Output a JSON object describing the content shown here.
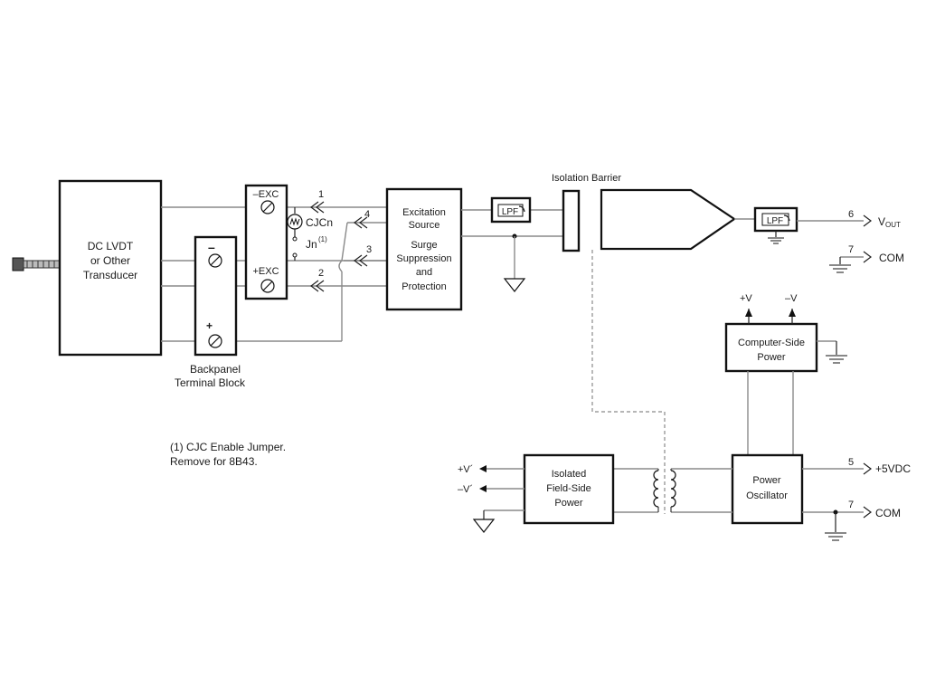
{
  "transducer": {
    "line1": "DC LVDT",
    "line2": "or Other",
    "line3": "Transducer"
  },
  "terminal_block": {
    "minus": "–",
    "plus": "+",
    "label_line1": "Backpanel",
    "label_line2": "Terminal Block"
  },
  "connector": {
    "exc_minus": "–EXC",
    "exc_plus": "+EXC",
    "cjc": "CJCn",
    "jumper": "Jn",
    "jumper_sup": "(1)"
  },
  "pins": {
    "p1": "1",
    "p2": "2",
    "p3": "3",
    "p4": "4",
    "p5": "5",
    "p6": "6",
    "p7a": "7",
    "p7b": "7"
  },
  "excitation": {
    "line1": "Excitation",
    "line2": "Source",
    "line3": "Surge",
    "line4": "Suppression",
    "line5": "and",
    "line6": "Protection"
  },
  "lpf1": "LPF",
  "lpf2": "LPF",
  "isolation_barrier": "Isolation Barrier",
  "outputs": {
    "vout_main": "V",
    "vout_sub": "OUT",
    "com1": "COM",
    "vdc": "+5VDC",
    "com2": "COM"
  },
  "computer_power": {
    "line1": "Computer-Side",
    "line2": "Power",
    "plus_v": "+V",
    "minus_v": "–V"
  },
  "field_power": {
    "line1": "Isolated",
    "line2": "Field-Side",
    "line3": "Power",
    "plus_v": "+V´",
    "minus_v": "–V´"
  },
  "oscillator": {
    "line1": "Power",
    "line2": "Oscillator"
  },
  "footnote": {
    "line1": "(1) CJC Enable Jumper.",
    "line2": "Remove for 8B43."
  }
}
